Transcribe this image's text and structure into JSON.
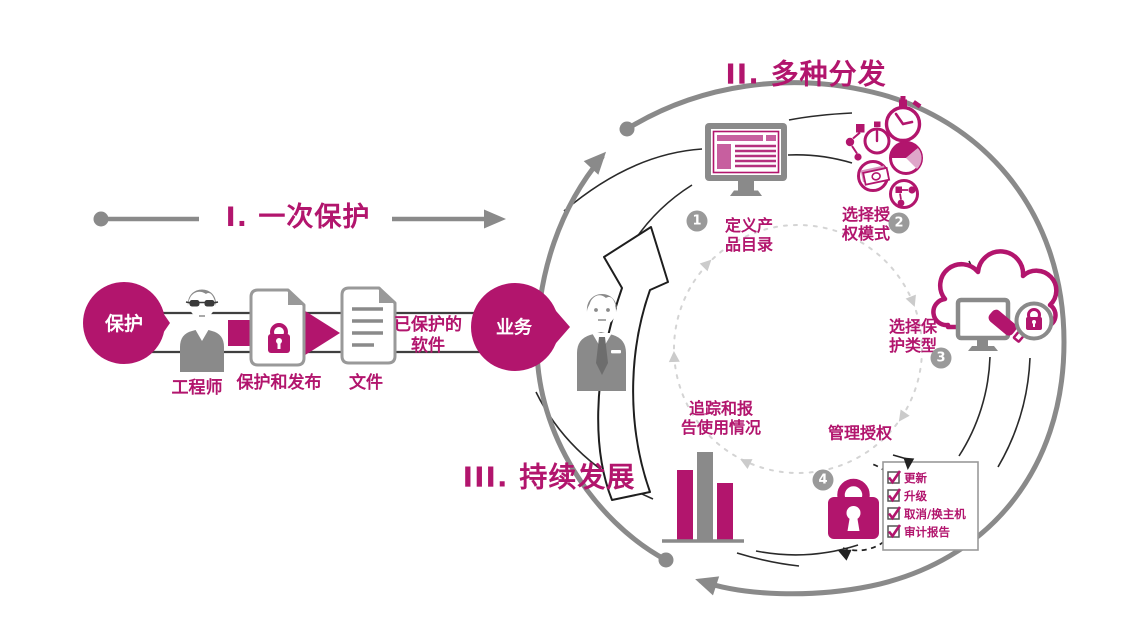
{
  "colors": {
    "accent": "#b2156d",
    "accent_light": "#d68ab8",
    "gray": "#8a8a8a",
    "badge_gray": "#9a9a9a",
    "dark": "#3a3a3a"
  },
  "phase1": {
    "title": "I. 一次保护",
    "protect": "保护",
    "engineer": "工程师",
    "protect_publish": "保护和发布",
    "file": "文件",
    "protected_software": "已保护的\n软件",
    "business": "业务"
  },
  "phase2": {
    "title": "II. 多种分发",
    "steps": [
      {
        "num": "1",
        "label": "定义产\n品目录"
      },
      {
        "num": "2",
        "label": "选择授\n权模式"
      },
      {
        "num": "3",
        "label": "选择保\n护类型"
      },
      {
        "num": "4",
        "label": "管理授权"
      }
    ],
    "manage_checklist": [
      "更新",
      "升级",
      "取消/换主机",
      "审计报告"
    ],
    "track_label": "追踪和报\n告使用情况"
  },
  "phase3": {
    "title": "III. 持续发展"
  }
}
